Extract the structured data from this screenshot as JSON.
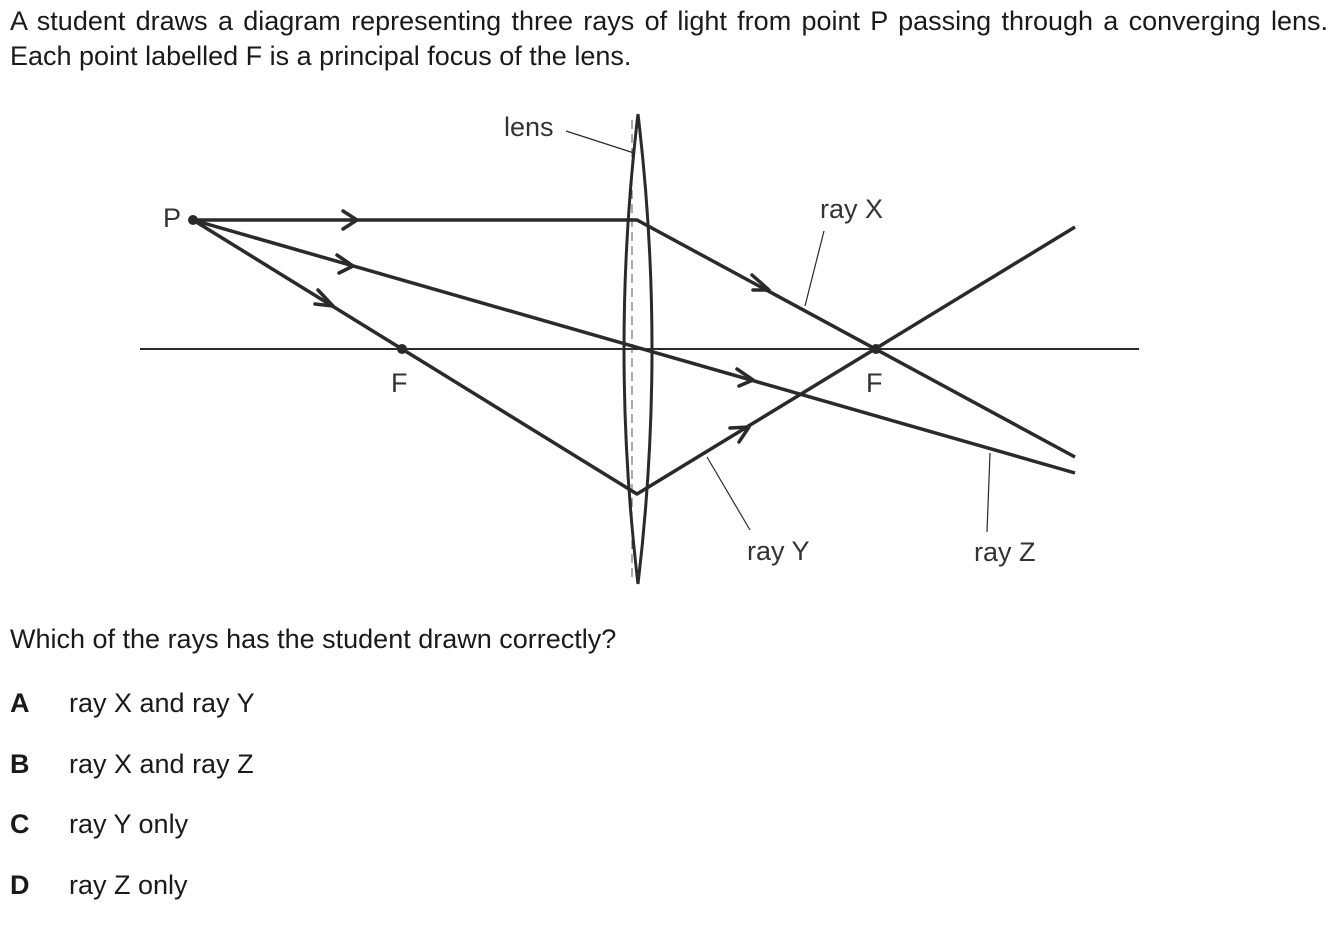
{
  "question": {
    "intro": "A student draws a diagram representing three rays of light from point P passing through a converging lens. Each point labelled F is a principal focus of the lens.",
    "prompt": "Which of the rays has the student drawn correctly?",
    "options": [
      {
        "letter": "A",
        "text": "ray X and ray Y"
      },
      {
        "letter": "B",
        "text": "ray X and ray Z"
      },
      {
        "letter": "C",
        "text": "ray Y only"
      },
      {
        "letter": "D",
        "text": "ray Z only"
      }
    ]
  },
  "diagram": {
    "lens_label": "lens",
    "point_label": "P",
    "focus_left_label": "F",
    "focus_right_label": "F",
    "ray_x_label": "ray X",
    "ray_y_label": "ray Y",
    "ray_z_label": "ray Z"
  }
}
